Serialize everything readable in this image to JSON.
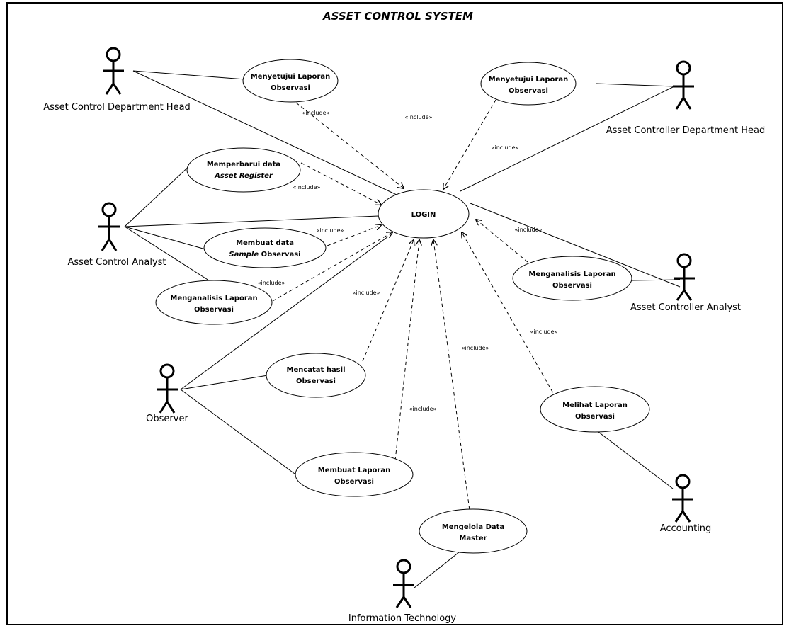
{
  "title": "ASSET CONTROL SYSTEM",
  "actors": {
    "acdh": "Asset Control Department Head",
    "aca": "Asset Control Analyst",
    "observer": "Observer",
    "ccdh": "Asset Controller Department Head",
    "cca": "Asset Controller Analyst",
    "accounting": "Accounting",
    "it": "Information Technology"
  },
  "usecases": {
    "login": {
      "l1": "LOGIN"
    },
    "approve1": {
      "l1": "Menyetujui Laporan",
      "l2": "Observasi"
    },
    "approve2": {
      "l1": "Menyetujui Laporan",
      "l2": "Observasi"
    },
    "update": {
      "l1": "Memperbarui data",
      "l2": "Asset Register"
    },
    "sample": {
      "l1": "Membuat data",
      "l2a": "Sample",
      "l2b": " Observasi"
    },
    "analyze1": {
      "l1": "Menganalisis Laporan",
      "l2": "Observasi"
    },
    "analyze2": {
      "l1": "Menganalisis Laporan",
      "l2": "Observasi"
    },
    "record": {
      "l1": "Mencatat hasil",
      "l2": "Observasi"
    },
    "report": {
      "l1": "Membuat Laporan",
      "l2": "Observasi"
    },
    "view": {
      "l1": "Melihat Laporan",
      "l2": "Observasi"
    },
    "master": {
      "l1": "Mengelola Data",
      "l2": "Master"
    }
  },
  "include_label": "«include»"
}
